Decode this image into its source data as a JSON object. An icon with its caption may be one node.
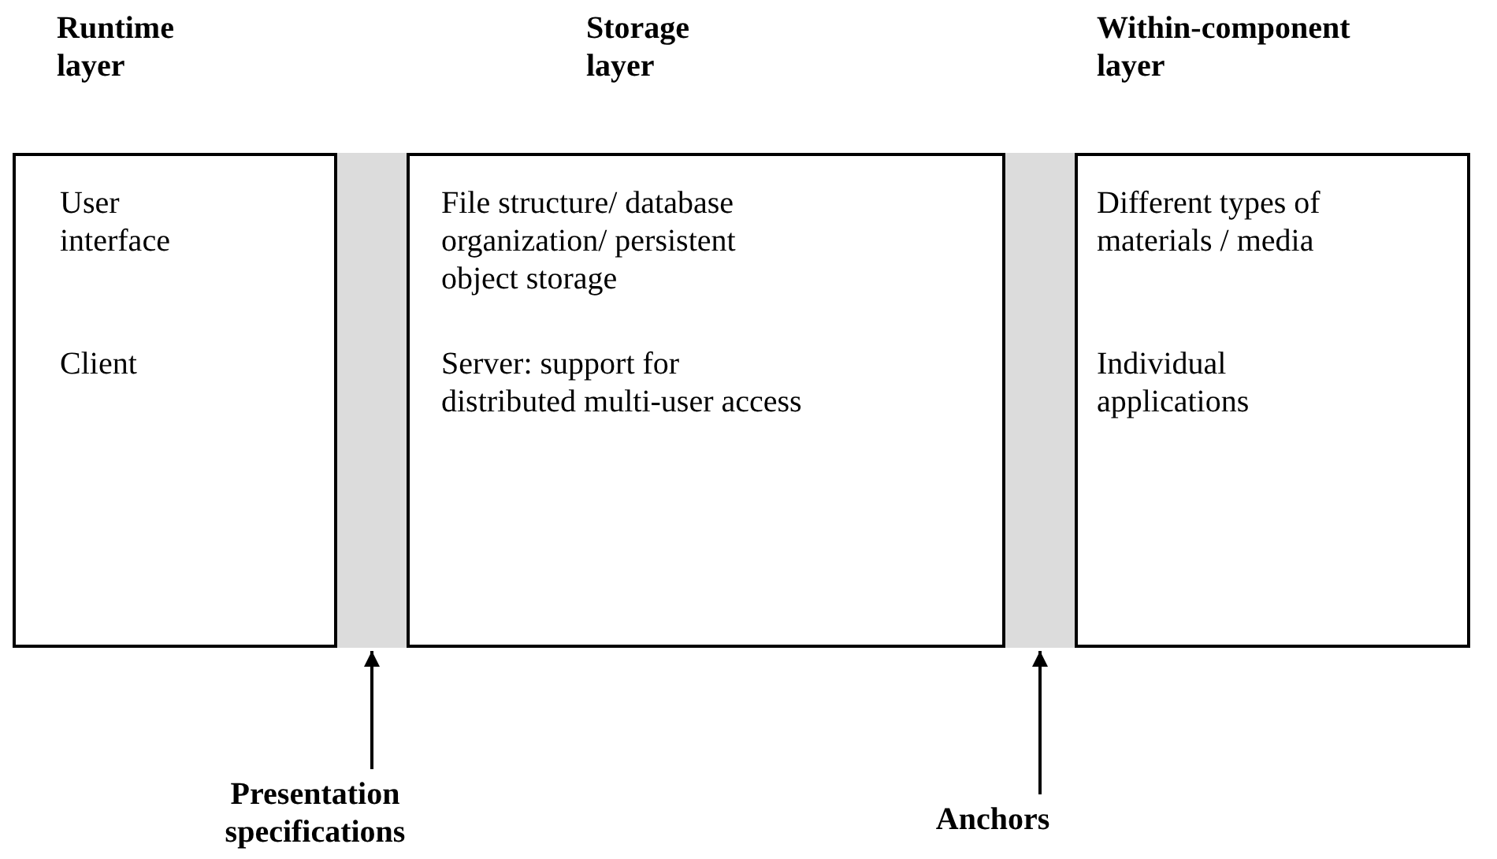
{
  "diagram": {
    "nodes": [
      {
        "text": [
          "Runtime layer",
          "User interface",
          "Client"
        ]
      },
      {
        "text": [],
        "shape": "bar"
      },
      {
        "text": [
          "Storage layer",
          "File structure/ database organization/ persistent object storage",
          "Server: support for distributed multi-user access"
        ]
      },
      {
        "text": [],
        "shape": "bar"
      },
      {
        "text": [
          "Within-component layer",
          "Different types of materials / media",
          "Individual applications"
        ]
      },
      {
        "text": [
          "Presentation specifications"
        ]
      },
      {
        "text": [
          "Anchors"
        ]
      }
    ],
    "edges": [
      {
        "from": 5,
        "to": 1,
        "arrow": "to"
      },
      {
        "from": 6,
        "to": 3,
        "arrow": "to"
      }
    ]
  }
}
